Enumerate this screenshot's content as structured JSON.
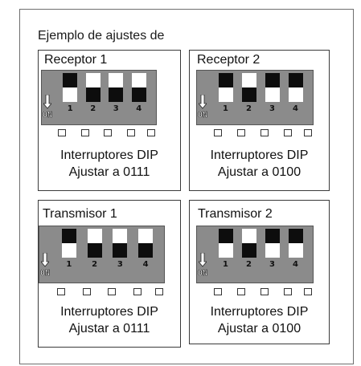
{
  "title": "Ejemplo de ajustes de",
  "on_label": "ON",
  "colors": {
    "switch_on": "#0d0d0d",
    "switch_off": "#ffffff",
    "body": "#8b8b8b"
  },
  "modules": [
    {
      "id": "receptor-1",
      "label": "Receptor  1",
      "caption_line1": "Interruptores DIP",
      "caption_line2": "Ajustar a 0111",
      "positions": [
        0,
        1,
        1,
        1
      ],
      "numbers": [
        "1",
        "2",
        "3",
        "4"
      ]
    },
    {
      "id": "receptor-2",
      "label": "Receptor  2",
      "caption_line1": "Interruptores DIP",
      "caption_line2": "Ajustar a 0100",
      "positions": [
        0,
        1,
        0,
        0
      ],
      "numbers": [
        "1",
        "2",
        "3",
        "4"
      ]
    },
    {
      "id": "transmisor-1",
      "label": "Transmisor 1",
      "caption_line1": "Interruptores DIP",
      "caption_line2": "Ajustar a 0111",
      "positions": [
        0,
        1,
        1,
        1
      ],
      "numbers": [
        "1",
        "2",
        "3",
        "4"
      ]
    },
    {
      "id": "transmisor-2",
      "label": "Transmisor 2",
      "caption_line1": "Interruptores DIP",
      "caption_line2": "Ajustar a 0100",
      "positions": [
        0,
        1,
        0,
        0
      ],
      "numbers": [
        "1",
        "2",
        "3",
        "4"
      ]
    }
  ]
}
